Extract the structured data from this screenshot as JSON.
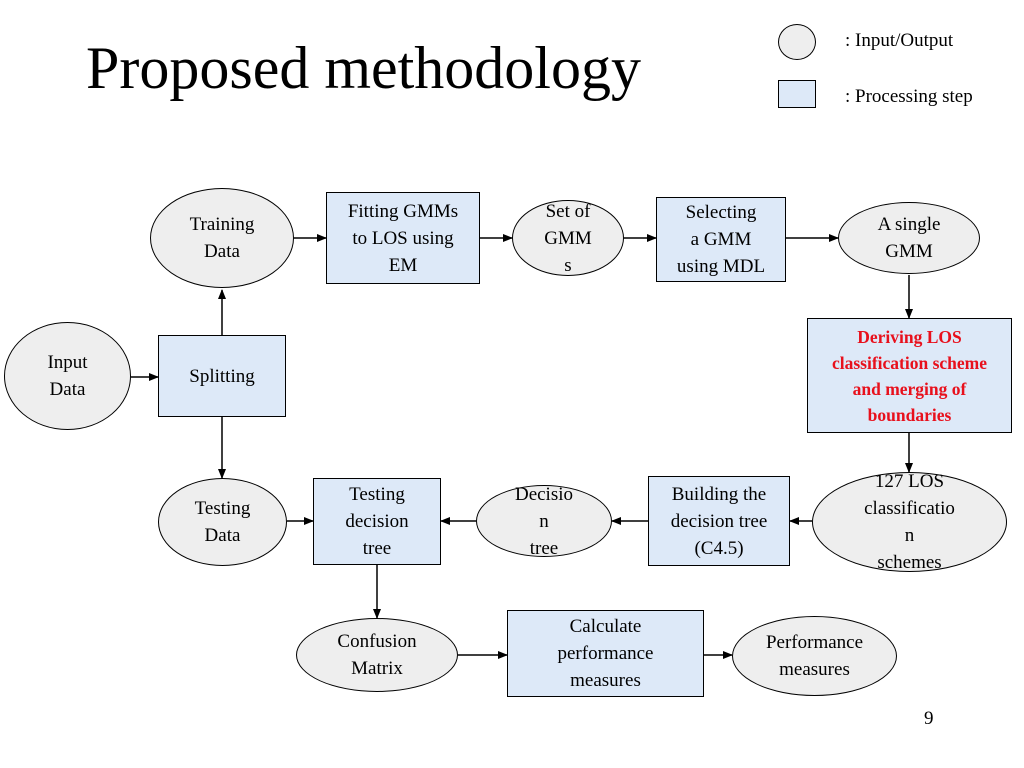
{
  "slide": {
    "title": "Proposed methodology",
    "page_number": "9"
  },
  "legend": {
    "input_output": ": Input/Output",
    "processing_step": ": Processing step"
  },
  "colors": {
    "io_fill": "#eeeeee",
    "process_fill": "#dde9f8",
    "highlight_text": "#e8101c"
  },
  "nodes": {
    "training_data": "Training\nData",
    "fitting_gmms": "Fitting GMMs\nto LOS using\nEM",
    "set_of_gmms": "Set of\nGMM\ns",
    "selecting_gmm": "Selecting\na GMM\nusing MDL",
    "single_gmm": "A single\nGMM",
    "input_data": "Input\nData",
    "splitting": "Splitting",
    "deriving_los": "Deriving LOS\nclassification scheme\nand merging of\nboundaries",
    "testing_data": "Testing\nData",
    "testing_tree": "Testing\ndecision\ntree",
    "decision_tree": "Decisio\nn\ntree",
    "building_tree": "Building the\ndecision tree\n(C4.5)",
    "los_schemes": "127 LOS\nclassificatio\nn\nschemes",
    "confusion_matrix": "Confusion\nMatrix",
    "calculate_measures": "Calculate\nperformance\nmeasures",
    "performance_measures": "Performance\nmeasures"
  }
}
